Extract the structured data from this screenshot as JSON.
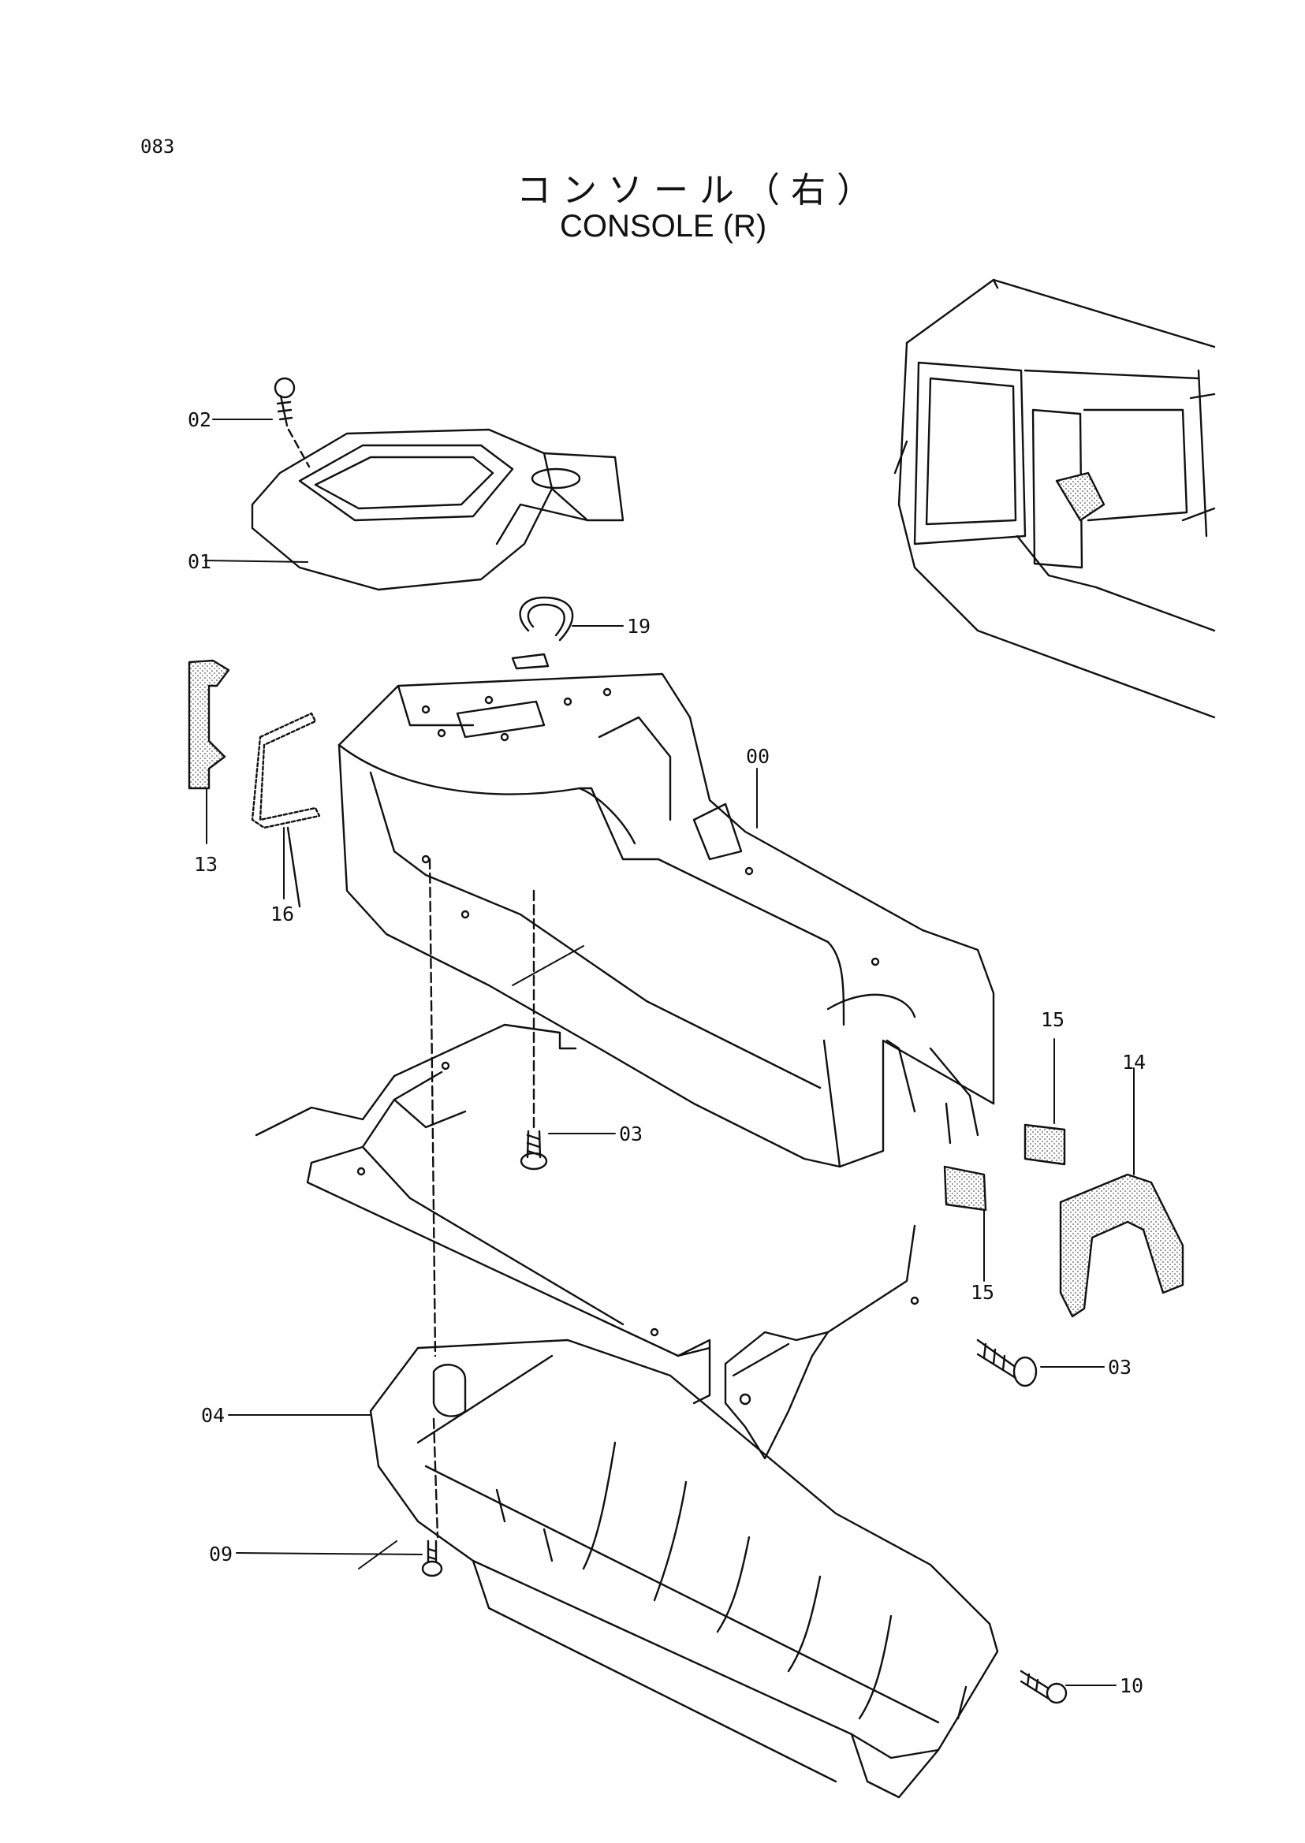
{
  "page_number": "083",
  "title_jp": "コンソール（右）",
  "title_en": "CONSOLE (R)",
  "callouts": [
    {
      "id": "02",
      "text": "02"
    },
    {
      "id": "01",
      "text": "01"
    },
    {
      "id": "19",
      "text": "19"
    },
    {
      "id": "00",
      "text": "00"
    },
    {
      "id": "13",
      "text": "13"
    },
    {
      "id": "16",
      "text": "16"
    },
    {
      "id": "15a",
      "text": "15"
    },
    {
      "id": "14",
      "text": "14"
    },
    {
      "id": "03a",
      "text": "03"
    },
    {
      "id": "15b",
      "text": "15"
    },
    {
      "id": "03b",
      "text": "03"
    },
    {
      "id": "04",
      "text": "04"
    },
    {
      "id": "09",
      "text": "09"
    },
    {
      "id": "10",
      "text": "10"
    }
  ],
  "colors": {
    "line": "#111111",
    "padding_fill": "#e9e9e9"
  }
}
